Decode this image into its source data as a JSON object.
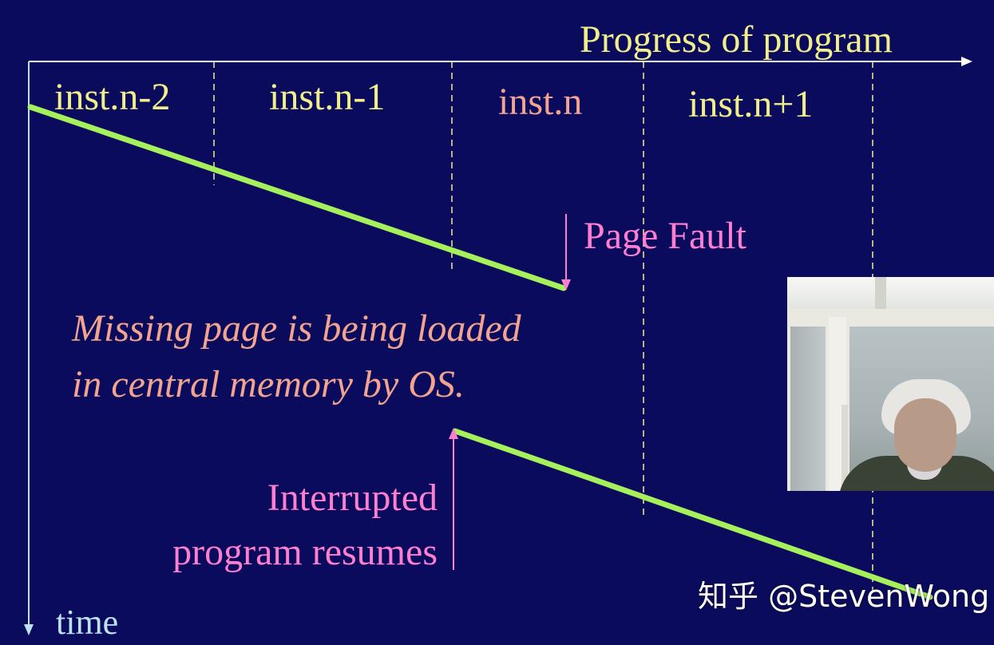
{
  "title": "Progress of program",
  "instructions": [
    "inst.n-2",
    "inst.n-1",
    "inst.n",
    "inst.n+1"
  ],
  "page_fault": "Page Fault",
  "loading_message": {
    "line1": "Missing page is being loaded",
    "line2": "in central memory by OS."
  },
  "resume_message": {
    "line1": "Interrupted",
    "line2": "program  resumes"
  },
  "time_axis_label": "time",
  "watermark": "知乎 @StevenWong",
  "colors": {
    "background": "#0b0b5e",
    "axis": "#ffffff",
    "progress_line": "#a6f05c",
    "divider": "#f2ef8a",
    "title_text": "#f2ef8a",
    "instruction_text": "#f2ef8a",
    "current_instruction_text": "#f3a48f",
    "page_fault_arrow": "#ff7ecf",
    "resume_arrow": "#ff7ecf",
    "loading_text": "#f3a48f",
    "time_axis": "#bde3f3"
  },
  "icons": {
    "webcam": "presenter-webcam-image"
  }
}
